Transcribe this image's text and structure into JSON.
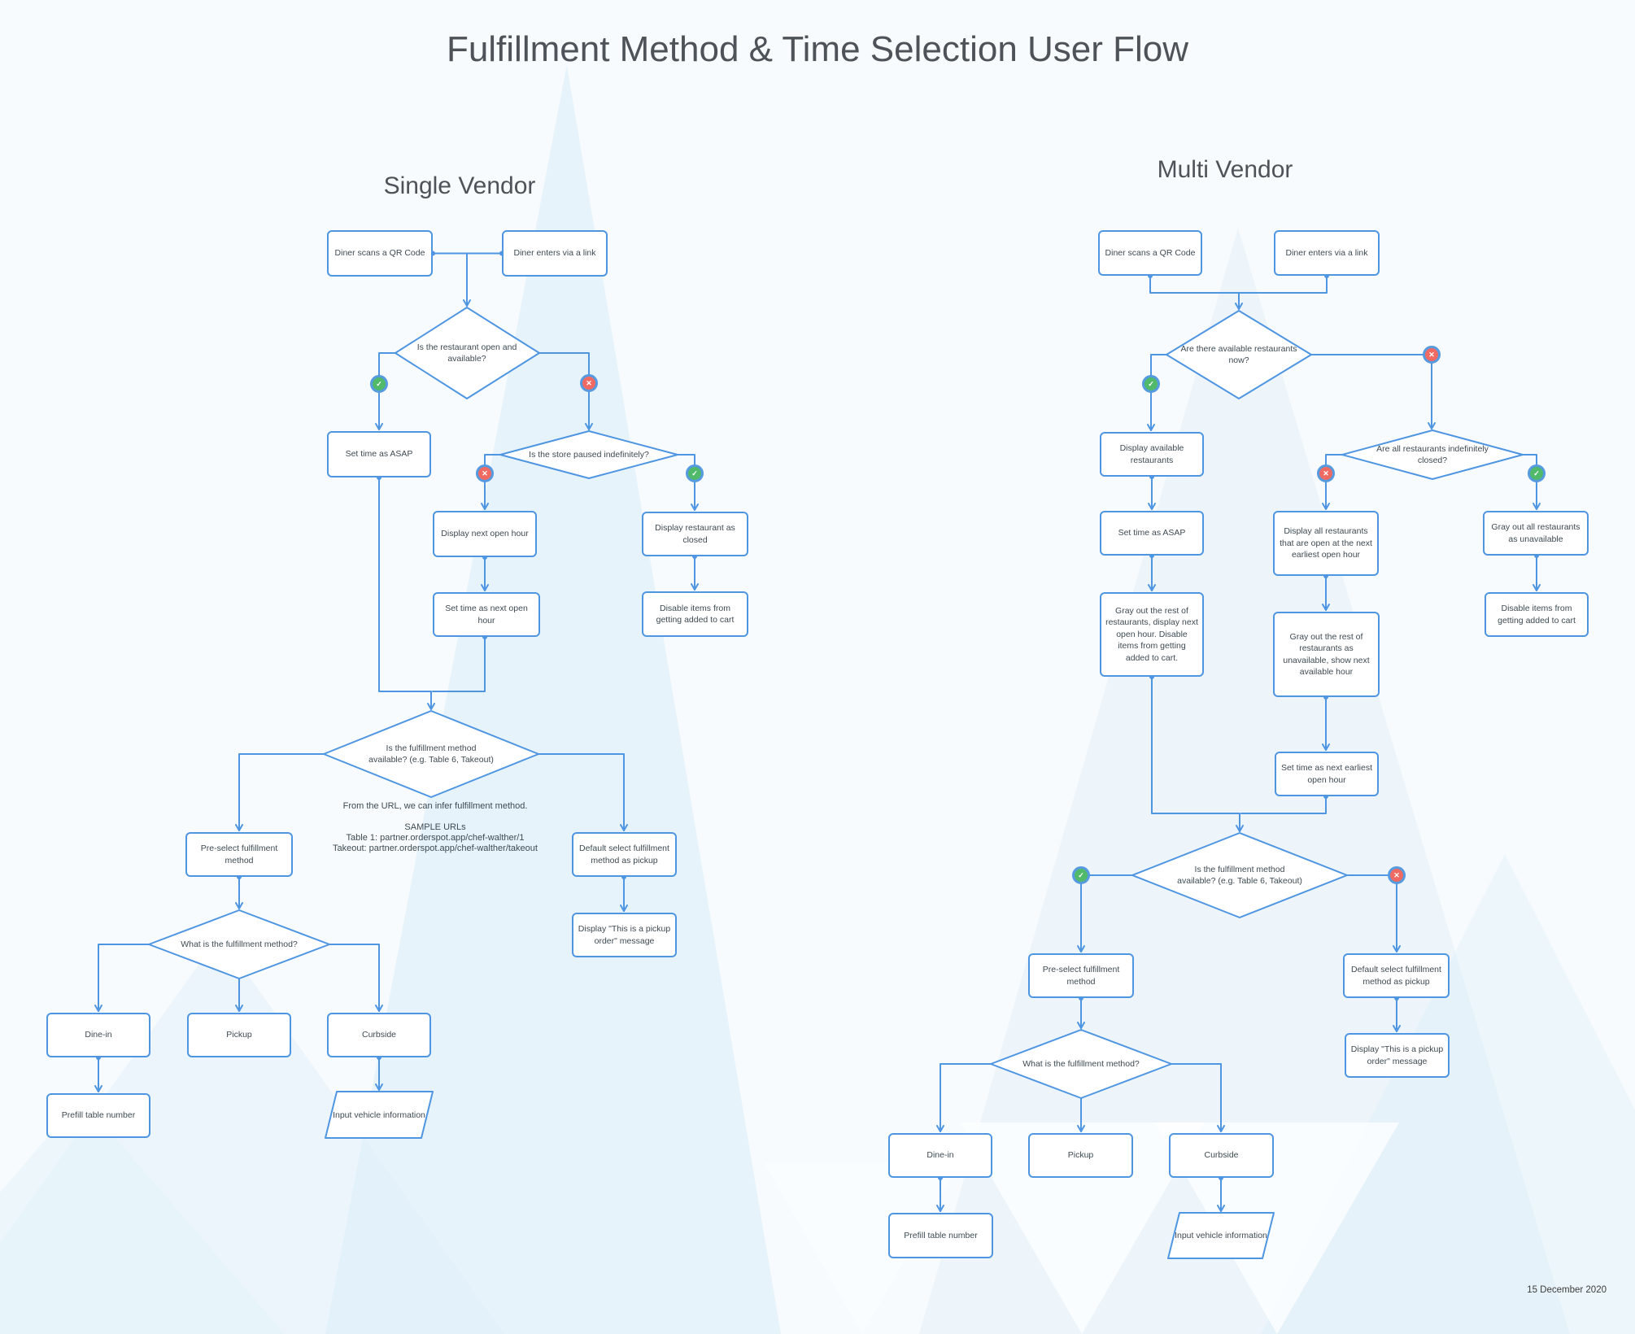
{
  "page": {
    "title": "Fulfillment Method & Time Selection User Flow",
    "date": "15 December 2020"
  },
  "icons": {
    "check": "✓",
    "cross": "✕"
  },
  "single": {
    "heading": "Single Vendor",
    "nodes": {
      "qr": "Diner scans a QR Code",
      "link": "Diner enters via a link",
      "d_open": "Is the restaurant open and available?",
      "asap": "Set time as ASAP",
      "d_paused": "Is the store paused indefinitely?",
      "next_open": "Display next open hour",
      "set_next": "Set time as next open hour",
      "closed": "Display restaurant as closed",
      "disable": "Disable items from getting added to cart",
      "d_method": "Is the fulfillment method available? (e.g. Table 6, Takeout)",
      "note_infer": "From the URL, we can infer fulfillment method.",
      "note_samples": "SAMPLE URLs\nTable 1: partner.orderspot.app/chef-walther/1\nTakeout: partner.orderspot.app/chef-walther/takeout",
      "preselect": "Pre-select fulfillment method",
      "default_pickup": "Default select fulfillment method as pickup",
      "pickup_msg": "Display \"This is a pickup order\" message",
      "d_what": "What is the fulfillment method?",
      "dine_in": "Dine-in",
      "pickup": "Pickup",
      "curbside": "Curbside",
      "prefill": "Prefill table number",
      "vehicle": "Input vehicle information"
    }
  },
  "multi": {
    "heading": "Multi Vendor",
    "nodes": {
      "qr": "Diner scans a QR Code",
      "link": "Diner enters via a link",
      "d_avail_now": "Are there available restaurants now?",
      "avail": "Display available restaurants",
      "asap": "Set time as ASAP",
      "gray_rest": "Gray out the rest of restaurants, display next open hour. Disable items from getting added to cart.",
      "d_closed": "Are all restaurants indefinitely closed?",
      "display_all": "Display all restaurants that are open at the next earliest open hour",
      "gray_all": "Gray out all restaurants as unavailable",
      "disable": "Disable items from getting added to cart",
      "gray_unavail": "Gray out the rest of restaurants as unavailable, show next available hour",
      "set_next": "Set time as next earliest open hour",
      "d_method": "Is the fulfillment method available? (e.g. Table 6, Takeout)",
      "preselect": "Pre-select fulfillment method",
      "default_pickup": "Default select fulfillment method as pickup",
      "pickup_msg": "Display \"This is a pickup order\" message",
      "d_what": "What is the fulfillment method?",
      "dine_in": "Dine-in",
      "pickup": "Pickup",
      "curbside": "Curbside",
      "prefill": "Prefill table number",
      "vehicle": "Input vehicle information"
    }
  }
}
